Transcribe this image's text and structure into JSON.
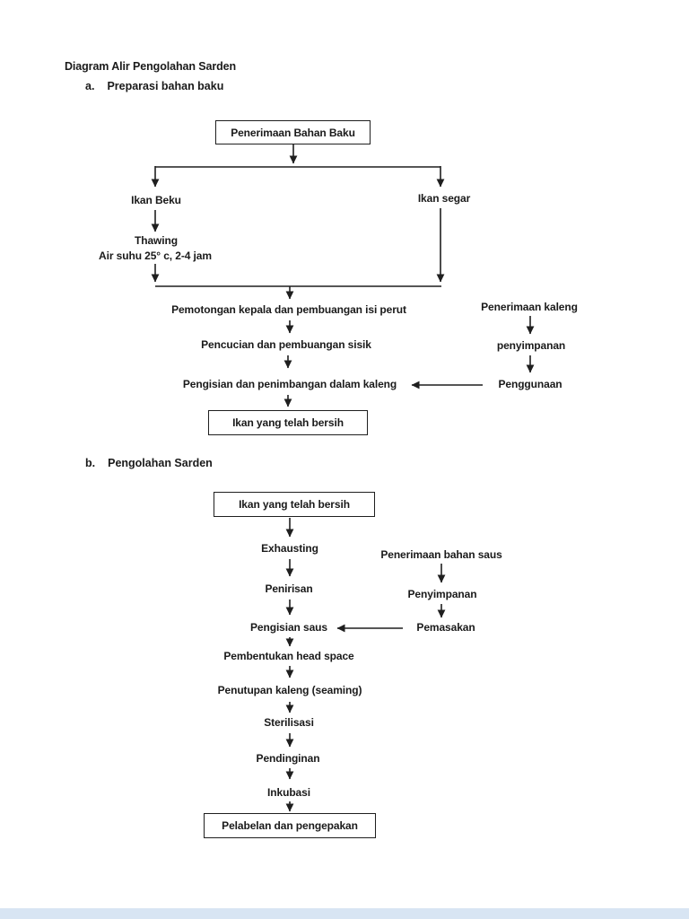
{
  "page": {
    "title": "Diagram Alir Pengolahan Sarden",
    "background_color": "#ffffff",
    "footer_bar_color": "#d8e5f3"
  },
  "section_a": {
    "marker": "a.",
    "heading": "Preparasi bahan baku",
    "nodes": {
      "start_box": "Penerimaan Bahan Baku",
      "ikan_beku": "Ikan Beku",
      "ikan_segar": "Ikan segar",
      "thawing": "Thawing",
      "thawing_note": "Air suhu 25° c, 2-4 jam",
      "pemotongan": "Pemotongan kepala dan pembuangan isi perut",
      "pencucian": "Pencucian dan pembuangan sisik",
      "pengisian": "Pengisian dan penimbangan dalam kaleng",
      "end_box": "Ikan yang telah bersih",
      "penerimaan_kaleng": "Penerimaan kaleng",
      "penyimpanan": "penyimpanan",
      "penggunaan": "Penggunaan"
    }
  },
  "section_b": {
    "marker": "b.",
    "heading": "Pengolahan Sarden",
    "nodes": {
      "start_box": "Ikan yang telah bersih",
      "exhausting": "Exhausting",
      "penirisan": "Penirisan",
      "pengisian_saus": "Pengisian saus",
      "pembentukan": "Pembentukan head space",
      "penutupan": "Penutupan kaleng (seaming)",
      "sterilisasi": "Sterilisasi",
      "pendinginan": "Pendinginan",
      "inkubasi": "Inkubasi",
      "end_box": "Pelabelan dan pengepakan",
      "penerimaan_saus": "Penerimaan bahan saus",
      "penyimpanan": "Penyimpanan",
      "pemasakan": "Pemasakan"
    }
  }
}
